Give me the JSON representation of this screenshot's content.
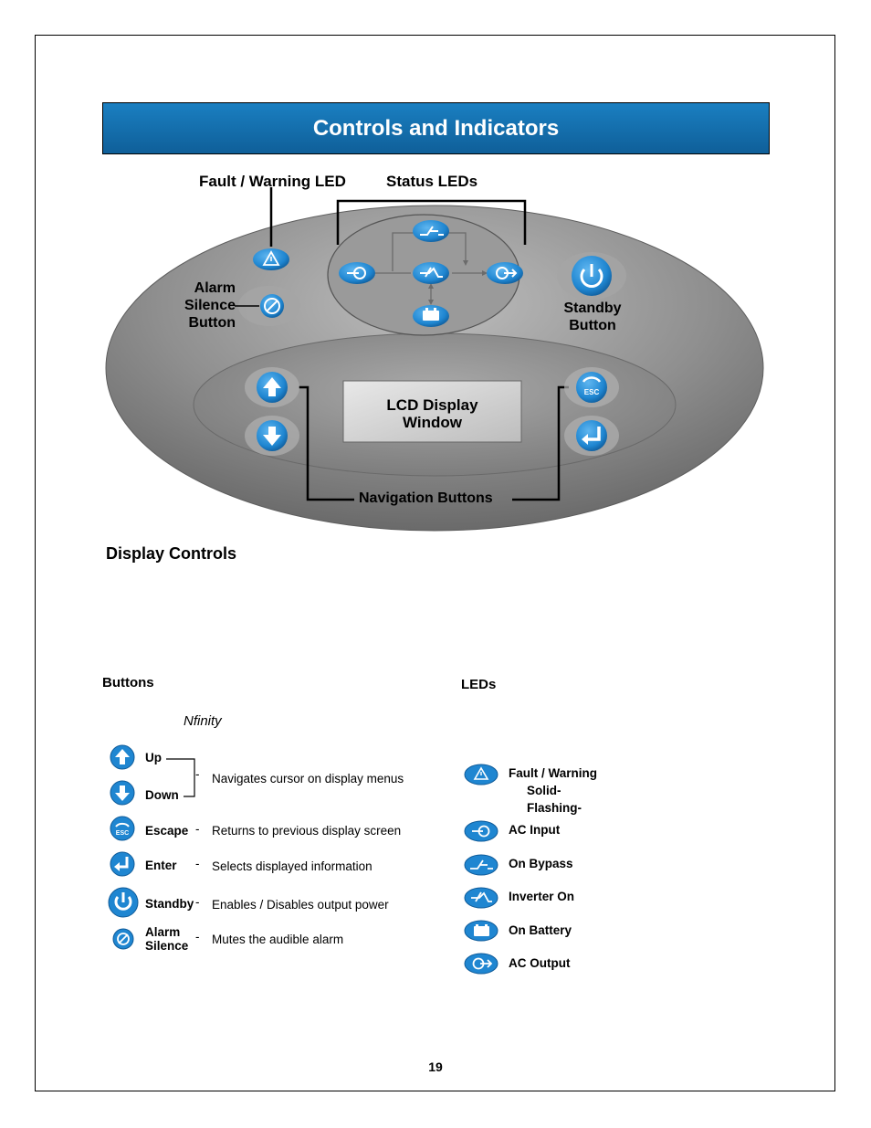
{
  "header": {
    "title": "Controls and Indicators"
  },
  "diagram": {
    "fault_led_label": "Fault / Warning LED",
    "status_leds_label": "Status LEDs",
    "alarm_silence_label": [
      "Alarm",
      "Silence",
      "Button"
    ],
    "standby_label": [
      "Standby",
      "Button"
    ],
    "lcd_label": [
      "LCD Display",
      "Window"
    ],
    "navigation_label": "Navigation Buttons",
    "esc_text": "ESC"
  },
  "display_controls": {
    "title": "Display Controls"
  },
  "buttons_section": {
    "title": "Buttons",
    "italic_note": "Nfinity",
    "items": [
      {
        "icon": "up-arrow-icon",
        "label": "Up"
      },
      {
        "icon": "down-arrow-icon",
        "label": "Down"
      },
      {
        "icon": "escape-icon",
        "label": "Escape",
        "desc": "Returns to previous display screen"
      },
      {
        "icon": "enter-icon",
        "label": "Enter",
        "desc": "Selects displayed information"
      },
      {
        "icon": "power-icon",
        "label": "Standby",
        "desc": "Enables / Disables output power"
      },
      {
        "icon": "alarm-silence-icon",
        "label": "Alarm Silence",
        "label_lines": [
          "Alarm",
          "Silence"
        ],
        "desc": "Mutes the audible alarm"
      }
    ],
    "updown_desc": "Navigates cursor on display menus",
    "dash": "-"
  },
  "leds_section": {
    "title": "LEDs",
    "items": [
      {
        "icon": "warning-icon",
        "label": "Fault / Warning",
        "sub": [
          "Solid-",
          "Flashing-"
        ]
      },
      {
        "icon": "ac-input-icon",
        "label": "AC Input"
      },
      {
        "icon": "bypass-icon",
        "label": "On Bypass"
      },
      {
        "icon": "inverter-icon",
        "label": "Inverter On"
      },
      {
        "icon": "battery-icon",
        "label": "On Battery"
      },
      {
        "icon": "ac-output-icon",
        "label": "AC Output"
      }
    ]
  },
  "footer": {
    "page_number": "19"
  },
  "colors": {
    "banner_blue": "#1a7fc1",
    "button_blue": "#1f86d1",
    "panel_gray": "#8c8c8c"
  }
}
